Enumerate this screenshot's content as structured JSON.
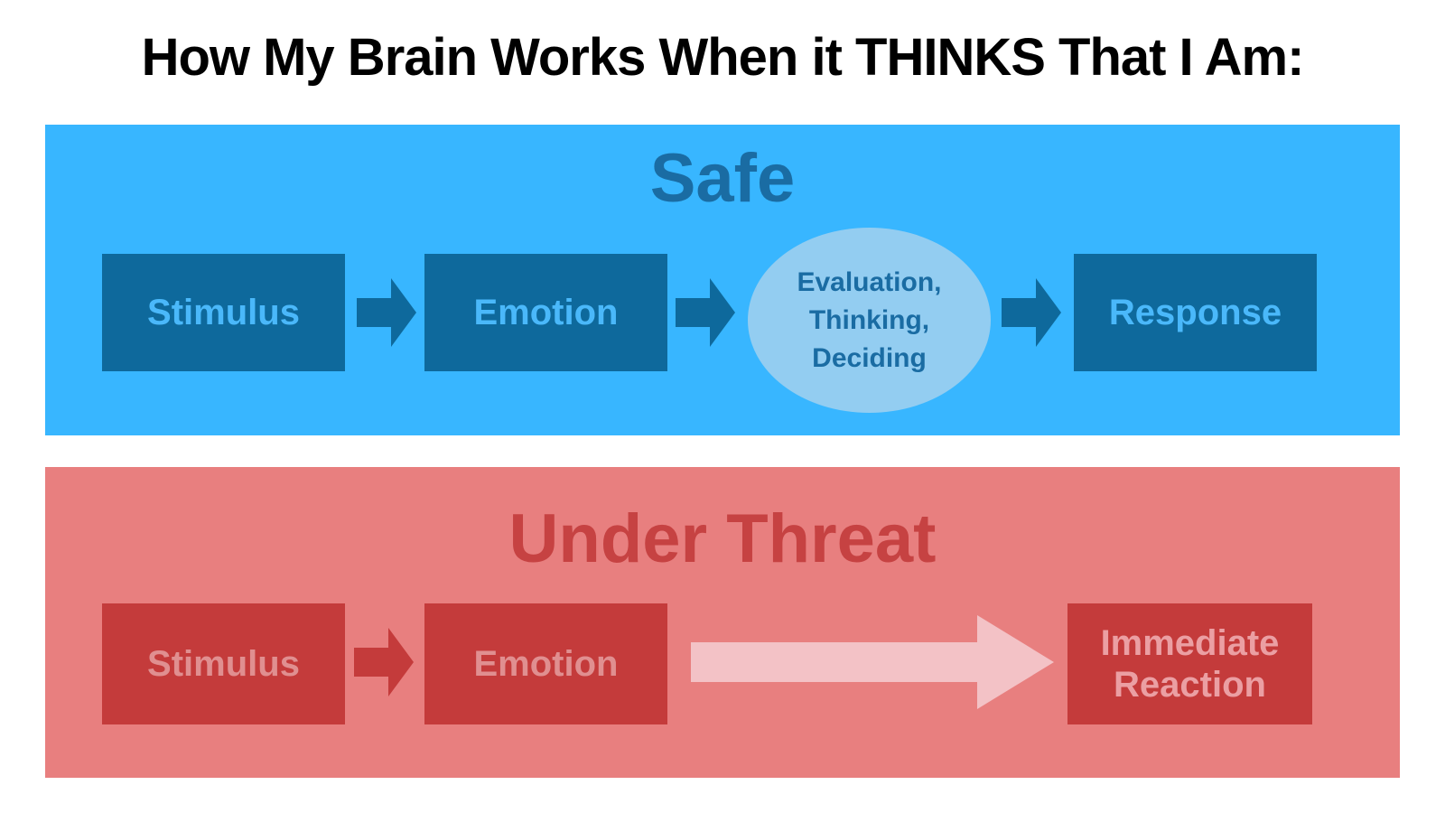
{
  "title": "How My Brain Works When it THINKS That I Am:",
  "colors": {
    "page-bg": "#ffffff",
    "title-text": "#000000",
    "blue-panel": "#38b6ff",
    "blue-dark": "#0e699c",
    "blue-heading": "#1a6ca3",
    "blue-box-label": "#4ab8fa",
    "blue-ellipse": "#93cdf1",
    "red-panel": "#e87f7f",
    "red-dark": "#c43b3b",
    "red-heading": "#c64242",
    "red-box-label": "#e08f90",
    "pale-arrow": "#f3c2c6",
    "pale-label": "#eb9fa3"
  },
  "safe": {
    "title": "Safe",
    "steps": [
      "Stimulus",
      "Emotion",
      "Response"
    ],
    "ellipse_lines": [
      "Evaluation,",
      "Thinking,",
      "Deciding"
    ]
  },
  "threat": {
    "title": "Under Threat",
    "steps": [
      "Stimulus",
      "Emotion"
    ],
    "result": {
      "line1": "Immediate",
      "line2": "Reaction"
    }
  }
}
